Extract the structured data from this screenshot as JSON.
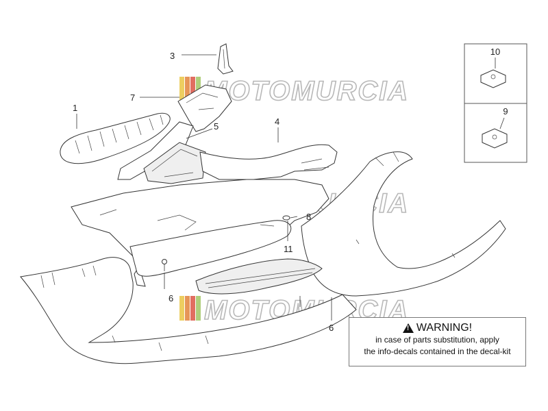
{
  "watermark": {
    "text": "MOTOMURCIA",
    "stripe_colors": [
      "#e8c23a",
      "#e07a2e",
      "#d94a3a",
      "#9bc25a"
    ]
  },
  "callouts": {
    "c1": "1",
    "c3": "3",
    "c4": "4",
    "c5": "5",
    "c6a": "6",
    "c6b": "6",
    "c7": "7",
    "c8": "8",
    "c9": "9",
    "c10": "10",
    "c11": "11"
  },
  "warning": {
    "icon": "warning-triangle-icon",
    "title": "WARNING!",
    "line1": "in case of parts substitution, apply",
    "line2": "the info-decals contained in the decal-kit"
  }
}
